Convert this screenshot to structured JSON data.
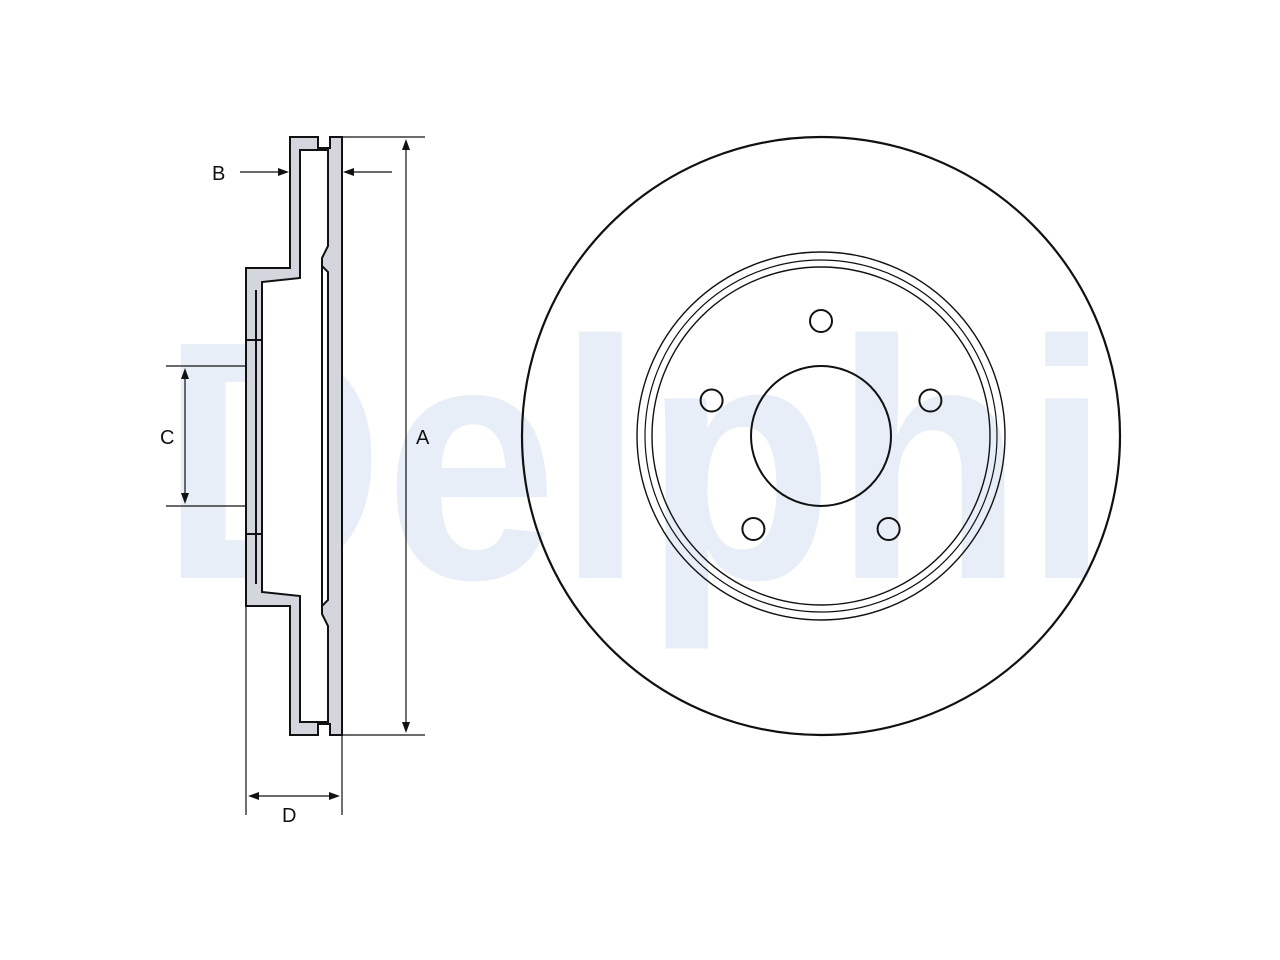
{
  "watermark": {
    "text": "Delphi",
    "color": "#e8eef7"
  },
  "colors": {
    "line": "#111111",
    "section_fill": "#d3d7dd",
    "background": "#ffffff"
  },
  "dimensions": {
    "a": "A",
    "b": "B",
    "c": "C",
    "d": "D"
  },
  "front_view": {
    "bolt_hole_count": 5
  }
}
